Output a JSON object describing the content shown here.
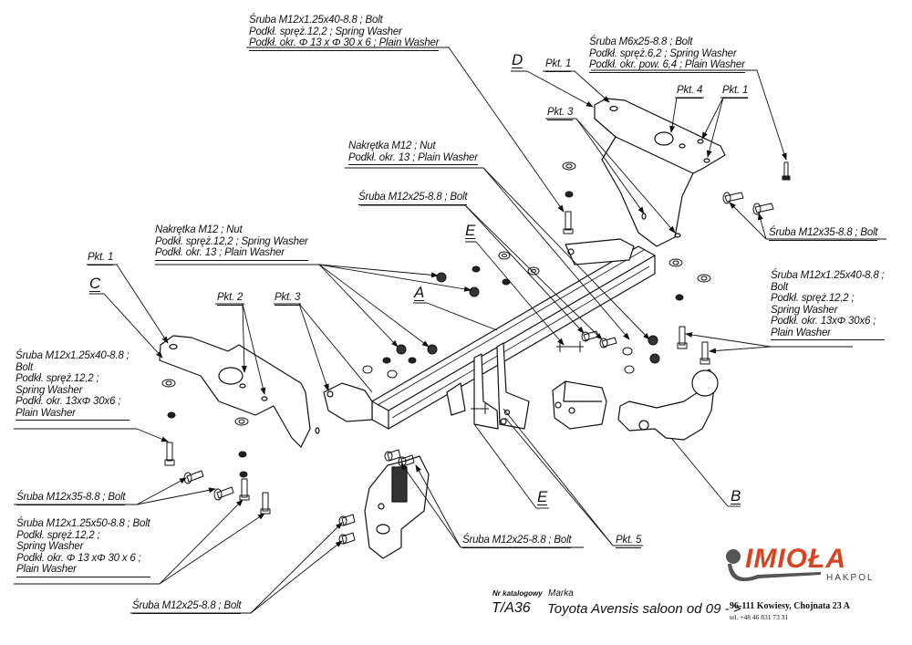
{
  "labels": {
    "bolt_top_center": [
      "Śruba M12x1.25x40-8.8 ;  Bolt",
      "Podkł. spręż.12,2 ; Spring Washer",
      "Podkł. okr. Φ 13 x Φ 30 x 6 ; Plain Washer"
    ],
    "bolt_top_right": [
      "Śruba M6x25-8.8 ;  Bolt",
      "Podkł. spręż.6,2 ; Spring Washer",
      "Podkł. okr. pow. 6,4 ; Plain Washer"
    ],
    "nut_center": [
      "Nakrętka  M12 ; Nut",
      "Podkł. okr. 13 ; Plain Washer"
    ],
    "bolt_m12x25_center": "Śruba M12x25-8.8 ;  Bolt",
    "nut_left": [
      "Nakrętka  M12 ; Nut",
      "Podkł. spręż.12,2 ; Spring Washer",
      "Podkł. okr. 13 ; Plain Washer"
    ],
    "bolt_left_mid": [
      "Śruba M12x1.25x40-8.8 ;",
      "Bolt",
      "Podkł. spręż.12,2 ;",
      "Spring Washer",
      "Podkł. okr. 13xΦ 30x6 ;",
      "Plain Washer"
    ],
    "bolt_m12x35_left": "Śruba M12x35-8.8 ;  Bolt",
    "bolt_left_low": [
      "Śruba M12x1.25x50-8.8 ;  Bolt",
      "Podkł. spręż.12,2 ;",
      "Spring Washer",
      "Podkł. okr. Φ 13 xΦ 30 x 6 ;",
      "Plain Washer"
    ],
    "bolt_m12x25_bottom_left": "Śruba M12x25-8.8 ;  Bolt",
    "bolt_m12x25_bottom_center": "Śruba M12x25-8.8 ;  Bolt",
    "pkt5": "Pkt. 5",
    "bolt_m12x35_right": "Śruba M12x35-8.8 ;  Bolt",
    "bolt_right_mid": [
      "Śruba M12x1.25x40-8.8 ;",
      "Bolt",
      "Podkł. spręż.12,2 ;",
      "Spring Washer",
      "Podkł. okr. 13xΦ 30x6 ;",
      "Plain Washer"
    ],
    "pkt1_top": "Pkt. 1",
    "pkt4": "Pkt. 4",
    "pkt1_right": "Pkt. 1",
    "pkt3_top": "Pkt. 3",
    "pkt1_left": "Pkt. 1",
    "pkt2_left": "Pkt. 2",
    "pkt3_left": "Pkt. 3"
  },
  "part_letters": {
    "A": "A",
    "B": "B",
    "C": "C",
    "D": "D",
    "E_top": "E",
    "E_bottom": "E"
  },
  "title_block": {
    "catalog_caption": "Nr katalogowy",
    "brand_caption": "Marka",
    "catalog_number": "T/A36",
    "model": "Toyota Avensis saloon   od  09 - >",
    "address": "96-111 Kowiesy, Chojnata 23 A",
    "phone": "tel. +48 46 831 73 31"
  },
  "logo": {
    "name": "IMIOŁA",
    "sub": "HAKPOL",
    "brand_color": "#d94320",
    "swoosh_color": "#555555"
  }
}
